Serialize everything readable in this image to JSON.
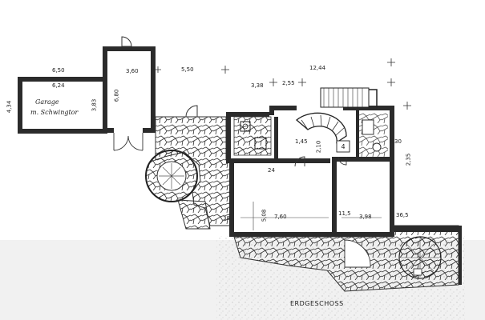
{
  "floor_label": "ERDGESCHOSS",
  "garage": {
    "name": "Garage",
    "subtitle": "m. Schwingtor"
  },
  "dimensions": {
    "garage_outer_width": "6,50",
    "garage_inner_width": "6,24",
    "garage_outer_depth": "4,34",
    "garage_inner_depth": "3,83",
    "garage_room_depth": "6,80",
    "garage_room_width": "3,60",
    "span_middle": "5,50",
    "span_total": "12,44",
    "stair_a": "3,38",
    "stair_b": "2,55",
    "hall_width": "1,45",
    "hall_depth": "2,10",
    "kitchen_depth": "2,35",
    "living_depth": "5,08",
    "living_width": "7,60",
    "dining_width": "3,98",
    "wall_a": "24",
    "wall_b": "30",
    "wall_c": "38",
    "wall_d": "11,5",
    "wall_e": "36,5"
  }
}
